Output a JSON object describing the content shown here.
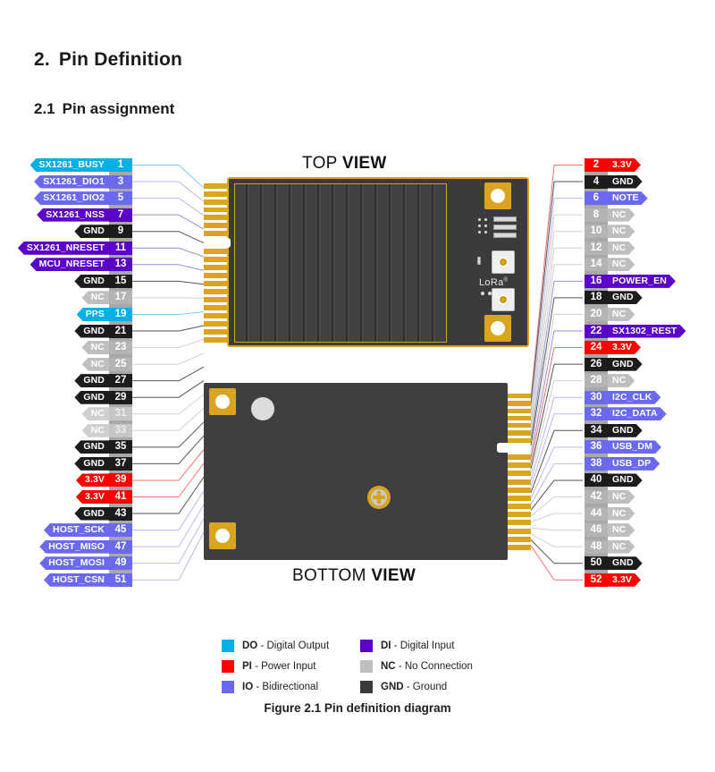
{
  "headings": {
    "section_number": "2.",
    "section_title": "Pin Definition",
    "sub_number": "2.1",
    "sub_title": "Pin assignment"
  },
  "views": {
    "top_light": "TOP ",
    "top_bold": "VIEW",
    "bottom_light": "BOTTOM ",
    "bottom_bold": "VIEW",
    "board_marking": "LoRa"
  },
  "caption": "Figure 2.1 Pin definition diagram",
  "colors": {
    "DO": "#00b0e6",
    "PI": "#ff0000",
    "IO": "#6a69f0",
    "DI": "#5a00c8",
    "NC": "#bfbfbf",
    "NC_dim": "#cfcfcf",
    "GND": "#1c1c1c",
    "number_strip": "#a8a8a8",
    "gold": "#d9a520",
    "board": "#3b3b3d"
  },
  "left_pins": [
    {
      "num": "1",
      "label": "SX1261_BUSY",
      "type": "DO"
    },
    {
      "num": "3",
      "label": "SX1261_DIO1",
      "type": "IO"
    },
    {
      "num": "5",
      "label": "SX1261_DIO2",
      "type": "IO"
    },
    {
      "num": "7",
      "label": "SX1261_NSS",
      "type": "DI"
    },
    {
      "num": "9",
      "label": "GND",
      "type": "GND"
    },
    {
      "num": "11",
      "label": "SX1261_NRESET",
      "type": "DI"
    },
    {
      "num": "13",
      "label": "MCU_NRESET",
      "type": "DI"
    },
    {
      "num": "15",
      "label": "GND",
      "type": "GND"
    },
    {
      "num": "17",
      "label": "NC",
      "type": "NC"
    },
    {
      "num": "19",
      "label": "PPS",
      "type": "DO"
    },
    {
      "num": "21",
      "label": "GND",
      "type": "GND"
    },
    {
      "num": "23",
      "label": "NC",
      "type": "NC"
    },
    {
      "num": "25",
      "label": "NC",
      "type": "NC"
    },
    {
      "num": "27",
      "label": "GND",
      "type": "GND"
    },
    {
      "num": "29",
      "label": "GND",
      "type": "GND"
    },
    {
      "num": "31",
      "label": "NC",
      "type": "NC_dim"
    },
    {
      "num": "33",
      "label": "NC",
      "type": "NC_dim"
    },
    {
      "num": "35",
      "label": "GND",
      "type": "GND"
    },
    {
      "num": "37",
      "label": "GND",
      "type": "GND"
    },
    {
      "num": "39",
      "label": "3.3V",
      "type": "PI"
    },
    {
      "num": "41",
      "label": "3.3V",
      "type": "PI"
    },
    {
      "num": "43",
      "label": "GND",
      "type": "GND"
    },
    {
      "num": "45",
      "label": "HOST_SCK",
      "type": "IO"
    },
    {
      "num": "47",
      "label": "HOST_MISO",
      "type": "IO"
    },
    {
      "num": "49",
      "label": "HOST_MOSI",
      "type": "IO"
    },
    {
      "num": "51",
      "label": "HOST_CSN",
      "type": "IO"
    }
  ],
  "right_pins": [
    {
      "num": "2",
      "label": "3.3V",
      "type": "PI"
    },
    {
      "num": "4",
      "label": "GND",
      "type": "GND"
    },
    {
      "num": "6",
      "label": "NOTE",
      "type": "IO"
    },
    {
      "num": "8",
      "label": "NC",
      "type": "NC"
    },
    {
      "num": "10",
      "label": "NC",
      "type": "NC"
    },
    {
      "num": "12",
      "label": "NC",
      "type": "NC"
    },
    {
      "num": "14",
      "label": "NC",
      "type": "NC"
    },
    {
      "num": "16",
      "label": "POWER_EN",
      "type": "DI"
    },
    {
      "num": "18",
      "label": "GND",
      "type": "GND"
    },
    {
      "num": "20",
      "label": "NC",
      "type": "NC"
    },
    {
      "num": "22",
      "label": "SX1302_REST",
      "type": "DI"
    },
    {
      "num": "24",
      "label": "3.3V",
      "type": "PI"
    },
    {
      "num": "26",
      "label": "GND",
      "type": "GND"
    },
    {
      "num": "28",
      "label": "NC",
      "type": "NC"
    },
    {
      "num": "30",
      "label": "I2C_CLK",
      "type": "IO"
    },
    {
      "num": "32",
      "label": "I2C_DATA",
      "type": "IO"
    },
    {
      "num": "34",
      "label": "GND",
      "type": "GND"
    },
    {
      "num": "36",
      "label": "USB_DM",
      "type": "IO"
    },
    {
      "num": "38",
      "label": "USB_DP",
      "type": "IO"
    },
    {
      "num": "40",
      "label": "GND",
      "type": "GND"
    },
    {
      "num": "42",
      "label": "NC",
      "type": "NC"
    },
    {
      "num": "44",
      "label": "NC",
      "type": "NC"
    },
    {
      "num": "46",
      "label": "NC",
      "type": "NC"
    },
    {
      "num": "48",
      "label": "NC",
      "type": "NC"
    },
    {
      "num": "50",
      "label": "GND",
      "type": "GND"
    },
    {
      "num": "52",
      "label": "3.3V",
      "type": "PI"
    }
  ],
  "legend": [
    {
      "code": "DO",
      "desc": " - Digital Output",
      "color": "#00b0e6"
    },
    {
      "code": "DI",
      "desc": " - Digital Input",
      "color": "#5a00c8"
    },
    {
      "code": "PI",
      "desc": " - Power Input",
      "color": "#ff0000"
    },
    {
      "code": "NC",
      "desc": " - No Connection",
      "color": "#bfbfbf"
    },
    {
      "code": "IO",
      "desc": " -  Bidirectional",
      "color": "#6a69f0"
    },
    {
      "code": "GND",
      "desc": " - Ground",
      "color": "#3a3a3a"
    }
  ]
}
